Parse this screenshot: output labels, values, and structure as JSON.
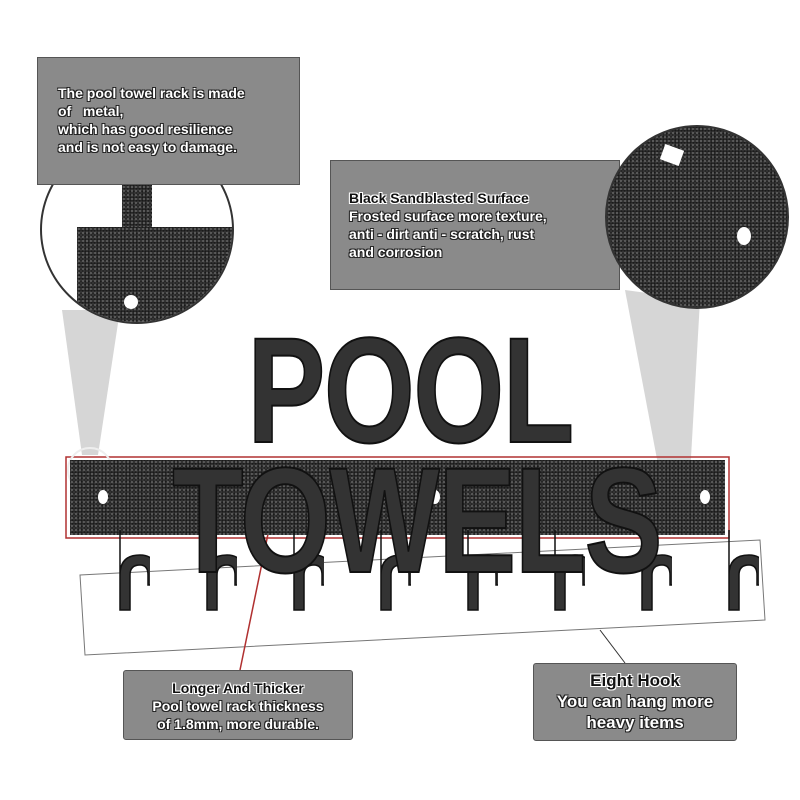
{
  "product_title": "POOL TOWELS",
  "callouts": {
    "material": {
      "lines": [
        "The pool towel rack is made",
        "of   metal,",
        "which has good resilience",
        "and is not easy to damage."
      ]
    },
    "surface": {
      "title": "Black Sandblasted Surface",
      "lines": [
        "Frosted surface more texture,",
        "anti - dirt anti - scratch, rust",
        "and corrosion"
      ]
    },
    "thickness": {
      "title": "Longer And Thicker",
      "lines": [
        "Pool towel rack thickness",
        "of 1.8mm, more durable."
      ]
    },
    "hooks": {
      "title": "Eight Hook",
      "lines": [
        "You can hang more",
        "heavy items"
      ]
    }
  },
  "colors": {
    "callout_bg": "#8a8a8a",
    "metal": "#333333",
    "leader_line": "#b03030"
  }
}
